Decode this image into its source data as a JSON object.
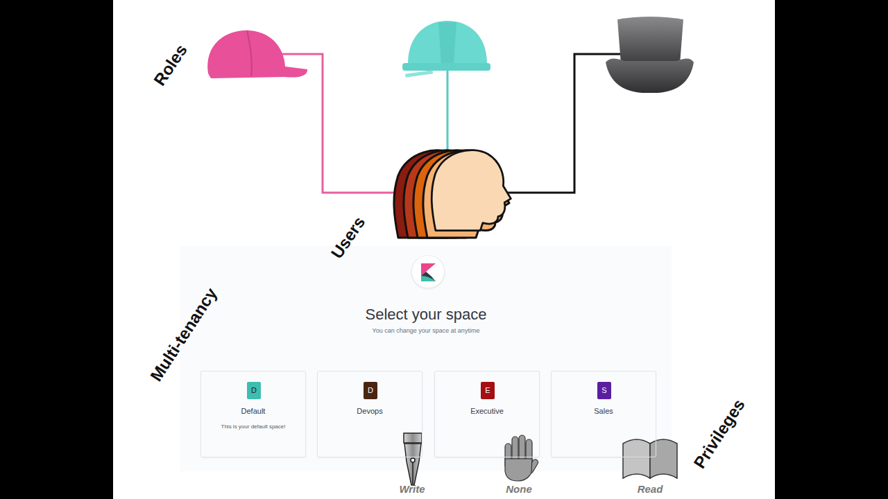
{
  "diagram": {
    "nodes": [
      {
        "text": [
          "Select your space",
          "You can change your space at anytime"
        ]
      },
      {
        "text": [
          "Default",
          "This is your default space!"
        ],
        "in": 0
      },
      {
        "text": [
          "D"
        ],
        "in": 1
      },
      {
        "text": [
          "Devops"
        ],
        "in": 0
      },
      {
        "text": [
          "D"
        ],
        "in": 3
      },
      {
        "text": [
          "Executive"
        ],
        "in": 0
      },
      {
        "text": [
          "E"
        ],
        "in": 5
      },
      {
        "text": [
          "Sales"
        ],
        "in": 0
      },
      {
        "text": [
          "S"
        ],
        "in": 7
      }
    ],
    "labels": [
      "Roles",
      "Users",
      "Multi-tenancy",
      "Privileges",
      "Write",
      "None",
      "Read"
    ]
  }
}
